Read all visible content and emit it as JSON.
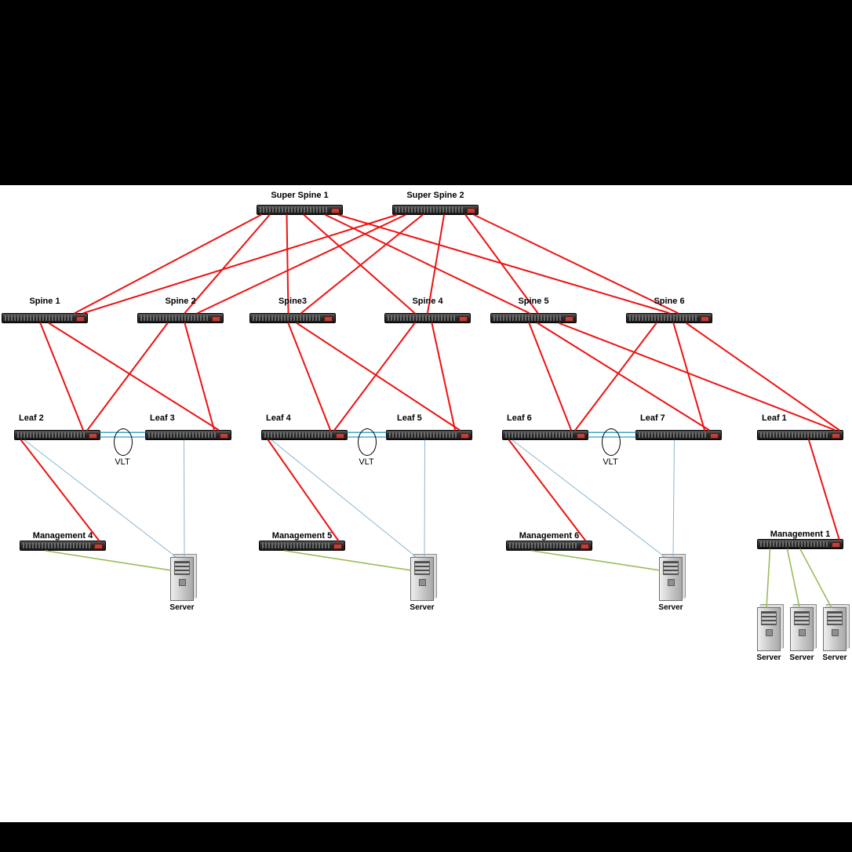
{
  "nodes": {
    "super_spine_1": {
      "label": "Super Spine 1"
    },
    "super_spine_2": {
      "label": "Super Spine 2"
    },
    "spine_1": {
      "label": "Spine 1"
    },
    "spine_2": {
      "label": "Spine 2"
    },
    "spine_3": {
      "label": "Spine3"
    },
    "spine_4": {
      "label": "Spine 4"
    },
    "spine_5": {
      "label": "Spine 5"
    },
    "spine_6": {
      "label": "Spine 6"
    },
    "leaf_1": {
      "label": "Leaf 1"
    },
    "leaf_2": {
      "label": "Leaf 2"
    },
    "leaf_3": {
      "label": "Leaf 3"
    },
    "leaf_4": {
      "label": "Leaf 4"
    },
    "leaf_5": {
      "label": "Leaf 5"
    },
    "leaf_6": {
      "label": "Leaf 6"
    },
    "leaf_7": {
      "label": "Leaf 7"
    },
    "management_1": {
      "label": "Management 1"
    },
    "management_4": {
      "label": "Management 4"
    },
    "management_5": {
      "label": "Management 5"
    },
    "management_6": {
      "label": "Management 6"
    },
    "vlt_1": {
      "label": "VLT"
    },
    "vlt_2": {
      "label": "VLT"
    },
    "vlt_3": {
      "label": "VLT"
    },
    "server_1": {
      "label": "Server"
    },
    "server_2": {
      "label": "Server"
    },
    "server_3": {
      "label": "Server"
    },
    "server_4": {
      "label": "Server"
    },
    "server_5": {
      "label": "Server"
    },
    "server_6": {
      "label": "Server"
    }
  },
  "link_styles": {
    "fabric": {
      "color": "#ee1111",
      "width": 2
    },
    "data": {
      "color": "#8ab6d2",
      "width": 1
    },
    "vlt": {
      "color": "#41a5c6",
      "width": 1.4
    },
    "mgmt": {
      "color": "#9bbb59",
      "width": 1.6
    }
  },
  "edges": [
    {
      "f": "super-spine-1",
      "t": "spine-1",
      "c": "fabric",
      "fa": [
        0.05,
        1
      ],
      "ta": [
        0.85,
        0
      ]
    },
    {
      "f": "super-spine-1",
      "t": "spine-2",
      "c": "fabric",
      "fa": [
        0.15,
        1
      ],
      "ta": [
        0.55,
        0
      ]
    },
    {
      "f": "super-spine-1",
      "t": "spine-3",
      "c": "fabric",
      "fa": [
        0.35,
        1
      ],
      "ta": [
        0.45,
        0
      ]
    },
    {
      "f": "super-spine-1",
      "t": "spine-4",
      "c": "fabric",
      "fa": [
        0.55,
        1
      ],
      "ta": [
        0.35,
        0
      ]
    },
    {
      "f": "super-spine-1",
      "t": "spine-5",
      "c": "fabric",
      "fa": [
        0.8,
        1
      ],
      "ta": [
        0.45,
        0
      ]
    },
    {
      "f": "super-spine-1",
      "t": "spine-6",
      "c": "fabric",
      "fa": [
        0.95,
        1
      ],
      "ta": [
        0.5,
        0
      ]
    },
    {
      "f": "super-spine-2",
      "t": "spine-1",
      "c": "fabric",
      "fa": [
        0.05,
        1
      ],
      "ta": [
        0.95,
        0
      ]
    },
    {
      "f": "super-spine-2",
      "t": "spine-2",
      "c": "fabric",
      "fa": [
        0.15,
        1
      ],
      "ta": [
        0.7,
        0
      ]
    },
    {
      "f": "super-spine-2",
      "t": "spine-3",
      "c": "fabric",
      "fa": [
        0.35,
        1
      ],
      "ta": [
        0.6,
        0
      ]
    },
    {
      "f": "super-spine-2",
      "t": "spine-4",
      "c": "fabric",
      "fa": [
        0.6,
        1
      ],
      "ta": [
        0.5,
        0
      ]
    },
    {
      "f": "super-spine-2",
      "t": "spine-5",
      "c": "fabric",
      "fa": [
        0.85,
        1
      ],
      "ta": [
        0.55,
        0
      ]
    },
    {
      "f": "super-spine-2",
      "t": "spine-6",
      "c": "fabric",
      "fa": [
        0.95,
        1
      ],
      "ta": [
        0.6,
        0
      ]
    },
    {
      "f": "spine-1",
      "t": "leaf-2",
      "c": "fabric",
      "fa": [
        0.45,
        1
      ],
      "ta": [
        0.8,
        0
      ]
    },
    {
      "f": "spine-1",
      "t": "leaf-3",
      "c": "fabric",
      "fa": [
        0.55,
        1
      ],
      "ta": [
        0.85,
        0
      ]
    },
    {
      "f": "spine-2",
      "t": "leaf-2",
      "c": "fabric",
      "fa": [
        0.35,
        1
      ],
      "ta": [
        0.85,
        0
      ]
    },
    {
      "f": "spine-2",
      "t": "leaf-3",
      "c": "fabric",
      "fa": [
        0.55,
        1
      ],
      "ta": [
        0.8,
        0
      ]
    },
    {
      "f": "spine-3",
      "t": "leaf-4",
      "c": "fabric",
      "fa": [
        0.45,
        1
      ],
      "ta": [
        0.8,
        0
      ]
    },
    {
      "f": "spine-3",
      "t": "leaf-5",
      "c": "fabric",
      "fa": [
        0.55,
        1
      ],
      "ta": [
        0.85,
        0
      ]
    },
    {
      "f": "spine-4",
      "t": "leaf-4",
      "c": "fabric",
      "fa": [
        0.35,
        1
      ],
      "ta": [
        0.85,
        0
      ]
    },
    {
      "f": "spine-4",
      "t": "leaf-5",
      "c": "fabric",
      "fa": [
        0.55,
        1
      ],
      "ta": [
        0.8,
        0
      ]
    },
    {
      "f": "spine-5",
      "t": "leaf-6",
      "c": "fabric",
      "fa": [
        0.45,
        1
      ],
      "ta": [
        0.8,
        0
      ]
    },
    {
      "f": "spine-5",
      "t": "leaf-7",
      "c": "fabric",
      "fa": [
        0.55,
        1
      ],
      "ta": [
        0.85,
        0
      ]
    },
    {
      "f": "spine-6",
      "t": "leaf-6",
      "c": "fabric",
      "fa": [
        0.35,
        1
      ],
      "ta": [
        0.85,
        0
      ]
    },
    {
      "f": "spine-6",
      "t": "leaf-7",
      "c": "fabric",
      "fa": [
        0.55,
        1
      ],
      "ta": [
        0.8,
        0
      ]
    },
    {
      "f": "spine-5",
      "t": "leaf-1",
      "c": "fabric",
      "fa": [
        0.8,
        1
      ],
      "ta": [
        0.9,
        0
      ]
    },
    {
      "f": "spine-6",
      "t": "leaf-1",
      "c": "fabric",
      "fa": [
        0.7,
        1
      ],
      "ta": [
        0.95,
        0
      ]
    },
    {
      "f": "leaf-2",
      "t": "management-4",
      "c": "fabric",
      "fa": [
        0.08,
        1
      ],
      "ta": [
        0.92,
        0
      ]
    },
    {
      "f": "leaf-4",
      "t": "management-5",
      "c": "fabric",
      "fa": [
        0.08,
        1
      ],
      "ta": [
        0.92,
        0
      ]
    },
    {
      "f": "leaf-6",
      "t": "management-6",
      "c": "fabric",
      "fa": [
        0.08,
        1
      ],
      "ta": [
        0.92,
        0
      ]
    },
    {
      "f": "leaf-1",
      "t": "management-1",
      "c": "fabric",
      "fa": [
        0.6,
        1
      ],
      "ta": [
        0.95,
        0
      ]
    },
    {
      "f": "leaf-2",
      "t": "server-1",
      "c": "data",
      "fa": [
        0.12,
        1
      ],
      "ta": [
        0.25,
        0
      ]
    },
    {
      "f": "leaf-3",
      "t": "server-1",
      "c": "data",
      "fa": [
        0.45,
        1
      ],
      "ta": [
        0.6,
        0
      ]
    },
    {
      "f": "leaf-4",
      "t": "server-2",
      "c": "data",
      "fa": [
        0.12,
        1
      ],
      "ta": [
        0.25,
        0
      ]
    },
    {
      "f": "leaf-5",
      "t": "server-2",
      "c": "data",
      "fa": [
        0.45,
        1
      ],
      "ta": [
        0.6,
        0
      ]
    },
    {
      "f": "leaf-6",
      "t": "server-3",
      "c": "data",
      "fa": [
        0.12,
        1
      ],
      "ta": [
        0.25,
        0
      ]
    },
    {
      "f": "leaf-7",
      "t": "server-3",
      "c": "data",
      "fa": [
        0.45,
        1
      ],
      "ta": [
        0.6,
        0
      ]
    },
    {
      "f": "leaf-2",
      "t": "leaf-3",
      "c": "vlt",
      "fa": [
        1,
        0.25
      ],
      "ta": [
        0,
        0.25
      ]
    },
    {
      "f": "leaf-2",
      "t": "leaf-3",
      "c": "vlt",
      "fa": [
        1,
        0.7
      ],
      "ta": [
        0,
        0.7
      ]
    },
    {
      "f": "leaf-4",
      "t": "leaf-5",
      "c": "vlt",
      "fa": [
        1,
        0.25
      ],
      "ta": [
        0,
        0.25
      ]
    },
    {
      "f": "leaf-4",
      "t": "leaf-5",
      "c": "vlt",
      "fa": [
        1,
        0.7
      ],
      "ta": [
        0,
        0.7
      ]
    },
    {
      "f": "leaf-6",
      "t": "leaf-7",
      "c": "vlt",
      "fa": [
        1,
        0.25
      ],
      "ta": [
        0,
        0.25
      ]
    },
    {
      "f": "leaf-6",
      "t": "leaf-7",
      "c": "vlt",
      "fa": [
        1,
        0.7
      ],
      "ta": [
        0,
        0.7
      ]
    },
    {
      "f": "management-4",
      "t": "server-1",
      "c": "mgmt",
      "fa": [
        0.3,
        1
      ],
      "ta": [
        0,
        0.3
      ]
    },
    {
      "f": "management-5",
      "t": "server-2",
      "c": "mgmt",
      "fa": [
        0.3,
        1
      ],
      "ta": [
        0,
        0.3
      ]
    },
    {
      "f": "management-6",
      "t": "server-3",
      "c": "mgmt",
      "fa": [
        0.3,
        1
      ],
      "ta": [
        0,
        0.3
      ]
    },
    {
      "f": "management-1",
      "t": "server-4",
      "c": "mgmt",
      "fa": [
        0.15,
        1
      ],
      "ta": [
        0.4,
        0
      ]
    },
    {
      "f": "management-1",
      "t": "server-5",
      "c": "mgmt",
      "fa": [
        0.35,
        1
      ],
      "ta": [
        0.4,
        0
      ]
    },
    {
      "f": "management-1",
      "t": "server-6",
      "c": "mgmt",
      "fa": [
        0.5,
        1
      ],
      "ta": [
        0.35,
        0
      ]
    }
  ]
}
